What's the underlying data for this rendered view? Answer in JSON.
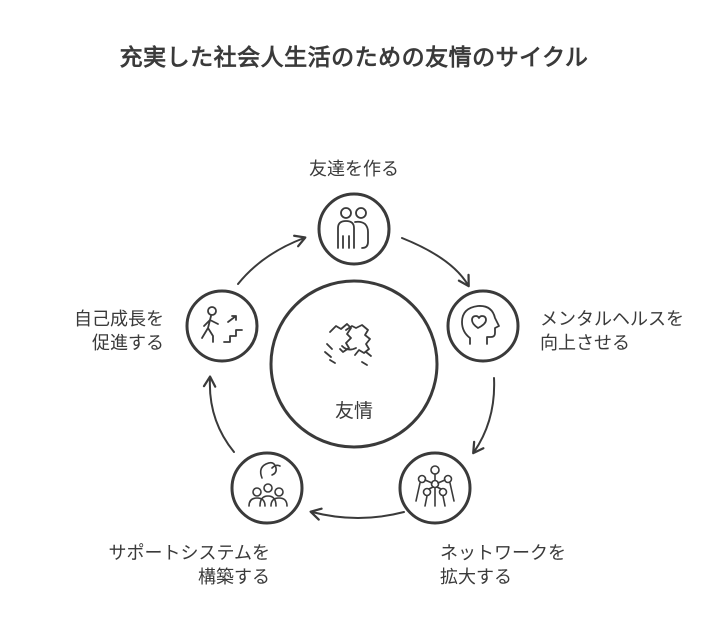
{
  "title": "充実した社会人生活のための友情のサイクル",
  "center": {
    "label": "友情",
    "icon": "handshake-icon"
  },
  "steps": [
    {
      "lines": [
        "友達を作る"
      ],
      "icon": "two-people-icon"
    },
    {
      "lines": [
        "メンタルヘルスを",
        "向上させる"
      ],
      "icon": "head-heart-icon"
    },
    {
      "lines": [
        "ネットワークを",
        "拡大する"
      ],
      "icon": "network-icon"
    },
    {
      "lines": [
        "サポートシステムを",
        "構築する"
      ],
      "icon": "support-group-icon"
    },
    {
      "lines": [
        "自己成長を",
        "促進する"
      ],
      "icon": "climbing-stairs-icon"
    }
  ]
}
